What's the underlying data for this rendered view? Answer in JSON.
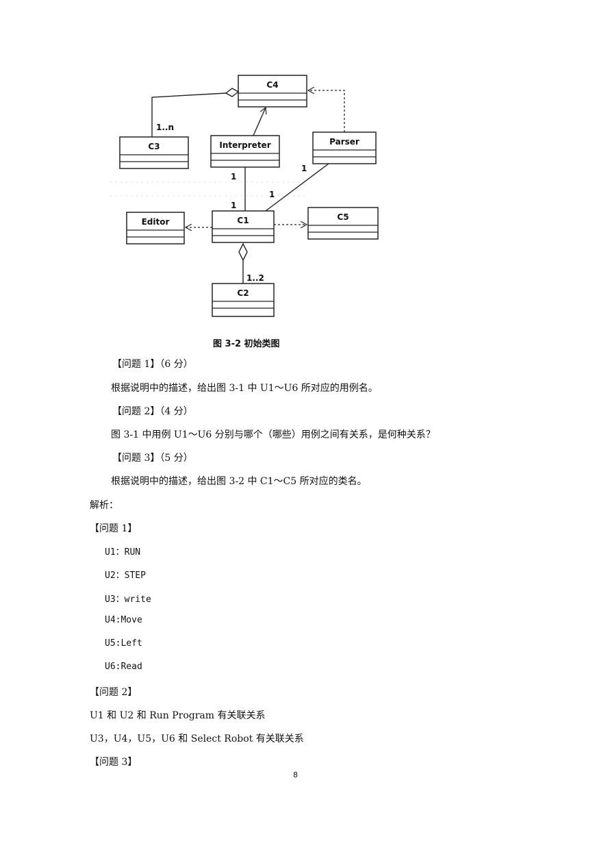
{
  "diagram": {
    "classes": {
      "c4": "C4",
      "c3": "C3",
      "interpreter": "Interpreter",
      "parser": "Parser",
      "editor": "Editor",
      "c1": "C1",
      "c5": "C5",
      "c2": "C2"
    },
    "multiplicities": {
      "c3_c4": "1..n",
      "interp_c1_top": "1",
      "interp_c1_bottom": "1",
      "parser_c1_top": "1",
      "parser_c1_bottom": "1",
      "c1_c2": "1..2"
    },
    "caption": "图 3-2   初始类图"
  },
  "questions": [
    {
      "heading": "【问题 1】（6 分）",
      "body": "根据说明中的描述，给出图 3-1 中 U1～U6 所对应的用例名。"
    },
    {
      "heading": "【问题 2】（4 分）",
      "body": "图 3-1 中用例 U1～U6 分别与哪个（哪些）用例之间有关系，是何种关系？"
    },
    {
      "heading": "【问题 3】（5 分）",
      "body": "根据说明中的描述，给出图 3-2 中 C1～C5 所对应的类名。"
    }
  ],
  "analysis": {
    "label": "解析：",
    "q1_heading": "【问题 1】",
    "q1_answers": [
      "U1：RUN",
      "U2：STEP",
      "U3：write",
      "U4:Move",
      "U5:Left",
      "U6:Read"
    ],
    "q2_heading": "【问题 2】",
    "q2_answers": [
      "U1 和 U2 和 Run Program 有关联关系",
      "U3，U4，U5，U6 和 Select Robot 有关联关系"
    ],
    "q3_heading": "【问题 3】"
  },
  "page_number": "8"
}
